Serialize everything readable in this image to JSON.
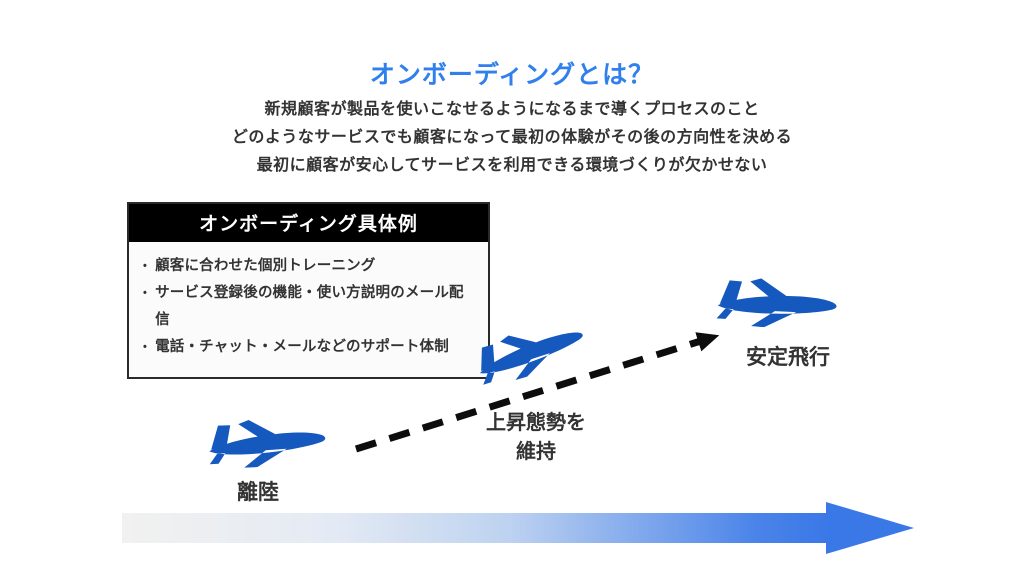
{
  "title": "オンボーディングとは？",
  "description_lines": [
    "新規顧客が製品を使いこなせるようになるまで導くプロセスのこと",
    "どのようなサービスでも顧客になって最初の体験がその後の方向性を決める",
    "最初に顧客が安心してサービスを利用できる環境づくりが欠かせない"
  ],
  "example_box": {
    "header": "オンボーディング具体例",
    "bullet": "•",
    "items": [
      "顧客に合わせた個別トレーニング",
      "サービス登録後の機能・使い方説明のメール配信",
      "電話・チャット・メールなどのサポート体制"
    ]
  },
  "stages": {
    "takeoff": {
      "label": "離陸"
    },
    "ascent": {
      "line1": "上昇態勢を",
      "line2": "維持"
    },
    "stable": {
      "label": "安定飛行"
    }
  },
  "icons": {
    "airplane": "jet-silhouette",
    "dashed_arrow": "ascending-dashed-arrow",
    "timeline_arrow": "gradient-right-arrow"
  },
  "colors": {
    "title_blue": "#2f80ed",
    "airplane_blue": "#1558be",
    "text_dark": "#333333",
    "box_header_bg": "#000000",
    "box_header_text": "#ffffff",
    "dashed_arrow_black": "#0d0d0d",
    "arrow_gradient_start": "#f1f1f0",
    "arrow_gradient_mid": "#bdd2f0",
    "arrow_gradient_end": "#3b78e7"
  }
}
